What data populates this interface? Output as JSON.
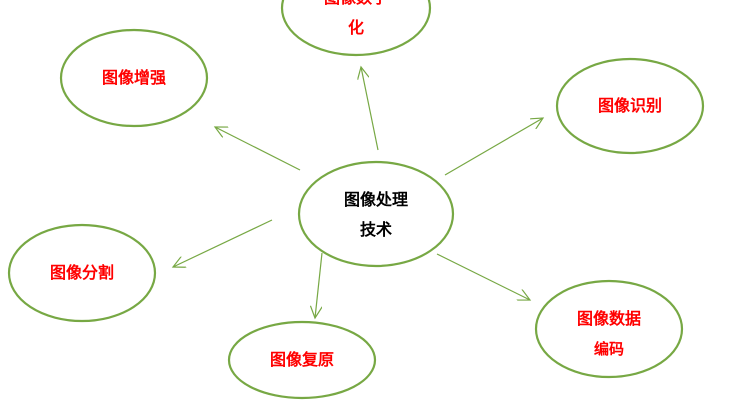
{
  "colors": {
    "outline": "#77a844",
    "arrow": "#77a844",
    "center_text": "#000000",
    "node_text": "#ff0000"
  },
  "center": {
    "line1": "图像处理",
    "line2": "技术"
  },
  "nodes": {
    "digitize": {
      "line1": "图像数字",
      "line2": "化"
    },
    "enhance": {
      "label": "图像增强"
    },
    "recognize": {
      "label": "图像识别"
    },
    "segment": {
      "label": "图像分割"
    },
    "encode": {
      "line1": "图像数据",
      "line2": "编码"
    },
    "restore": {
      "label": "图像复原"
    }
  }
}
